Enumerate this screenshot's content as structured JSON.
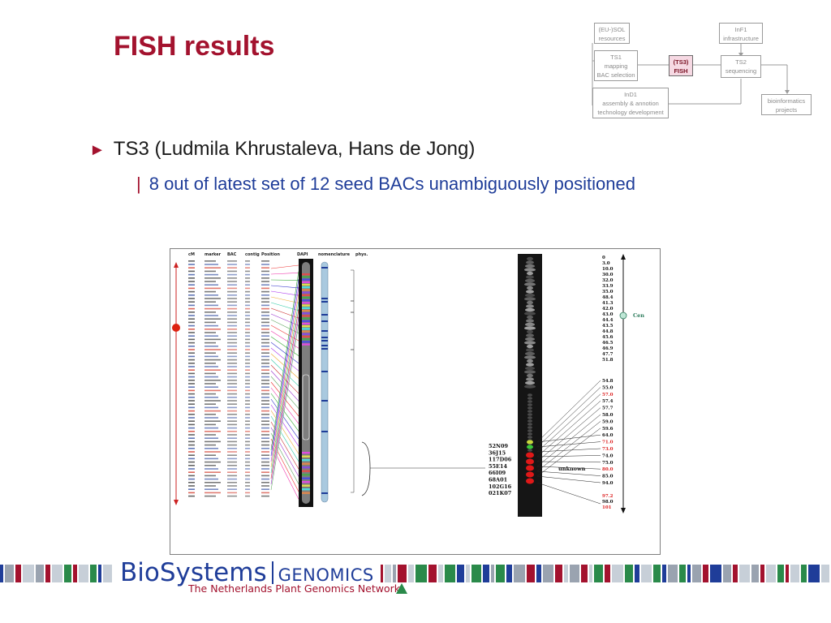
{
  "slide": {
    "title": "FISH results",
    "bullet_l1": "TS3 (Ludmila Khrustaleva, Hans de Jong)",
    "bullet_l2": "8 out of latest set of 12 seed BACs unambiguously positioned",
    "bullet_l1_marker": "►",
    "bullet_l2_marker": "|"
  },
  "flowchart": {
    "eu_sol": [
      "(EU-)SOL",
      "resources"
    ],
    "inf1": [
      "InF1",
      "infrastructure"
    ],
    "ts1": [
      "TS1",
      "mapping",
      "BAC selection"
    ],
    "ts3": [
      "(TS3)",
      "FISH"
    ],
    "ts2": [
      "TS2",
      "sequencing"
    ],
    "ind1": [
      "InD1",
      "assembly & annotion",
      "technology development"
    ],
    "bioinf": [
      "bioinformatics",
      "projects"
    ]
  },
  "figure": {
    "headers": [
      "cM",
      "marker",
      "BAC",
      "contig",
      "Position",
      "DAPI",
      "nomenclature",
      "phys."
    ],
    "fish_labels": [
      "52N09",
      "36J15",
      "117D06",
      "55E14",
      "66I09",
      "68A01",
      "102G16",
      "021K07"
    ],
    "unknown_label": "unknown",
    "cen_label": "Cen",
    "right_scale": [
      "0",
      "3.0",
      "10.0",
      "30.0",
      "32.0",
      "33.9",
      "35.0",
      "48.4",
      "41.3",
      "42.0",
      "43.0",
      "44.4",
      "43.5",
      "44.8",
      "45.6",
      "46.5",
      "46.9",
      "47.7",
      "51.8",
      "54.8",
      "55.0",
      "57.0",
      "57.4",
      "57.7",
      "58.0",
      "59.0",
      "59.6",
      "64.0",
      "71.0",
      "73.0",
      "74.0",
      "75.0",
      "80.0",
      "85.0",
      "94.0",
      "97.2",
      "98.0",
      "101"
    ]
  },
  "footer": {
    "brand": "BioSystems",
    "brand_suffix": "GENOMICS",
    "tagline": "The Netherlands Plant Genomics Network"
  },
  "colors": {
    "title": "#a3122e",
    "blue": "#1f3d99",
    "green": "#2a8a4a"
  }
}
